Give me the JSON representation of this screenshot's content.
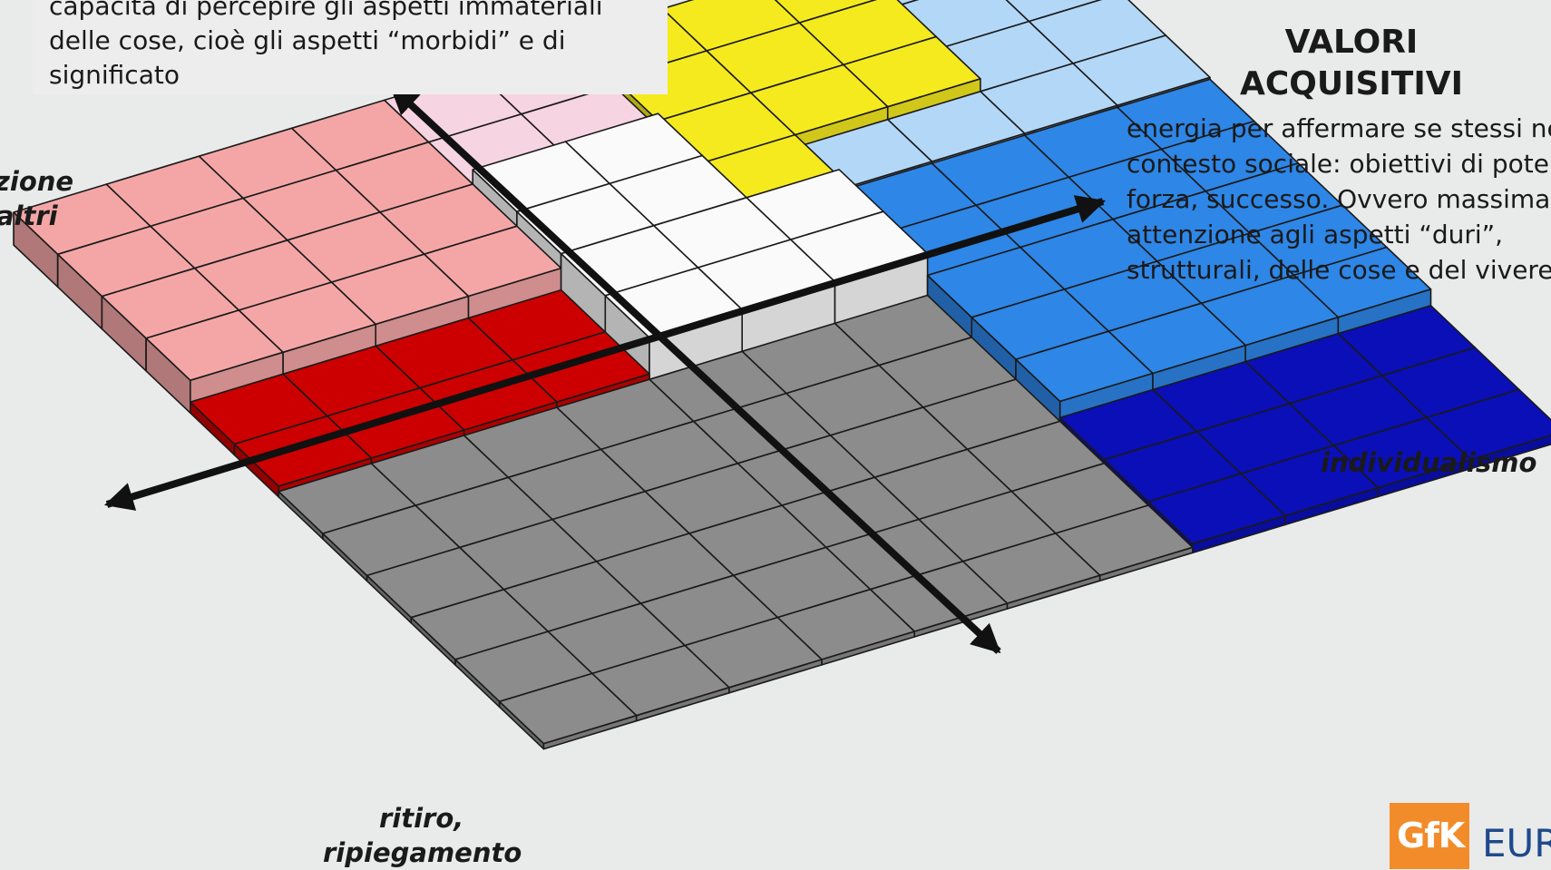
{
  "top_text": {
    "lines": [
      "capacità di percepire gli aspetti immateriali",
      "delle cose, cioè gli aspetti “morbidi” e di",
      "significato"
    ]
  },
  "right_block": {
    "title_lines": [
      "VALORI",
      "ACQUISITIVI"
    ],
    "lines": [
      "energia per affermare se stessi nel",
      "contesto sociale: obiettivi di potere,",
      "forza, successo. Ovvero massima",
      "attenzione agli aspetti “duri”,",
      "strutturali, delle cose e del vivere"
    ]
  },
  "axis_labels": {
    "left_lines": [
      "zione",
      "altri"
    ],
    "right": "individualismo",
    "bottom_lines": [
      "ritiro,",
      "ripiegamento"
    ]
  },
  "logo": {
    "badge": "GfK",
    "brand": "EUR"
  },
  "colors": {
    "background": "#e9eaea",
    "pink": "#f4a6a6",
    "light_pink": "#f7d4e2",
    "red": "#cc0000",
    "yellow": "#f5ea1e",
    "light_blue": "#b3d7f7",
    "blue": "#2e86e6",
    "navy": "#0a0fb8",
    "white": "#fafafa",
    "gray": "#8c8c8c",
    "axis": "#111111"
  }
}
